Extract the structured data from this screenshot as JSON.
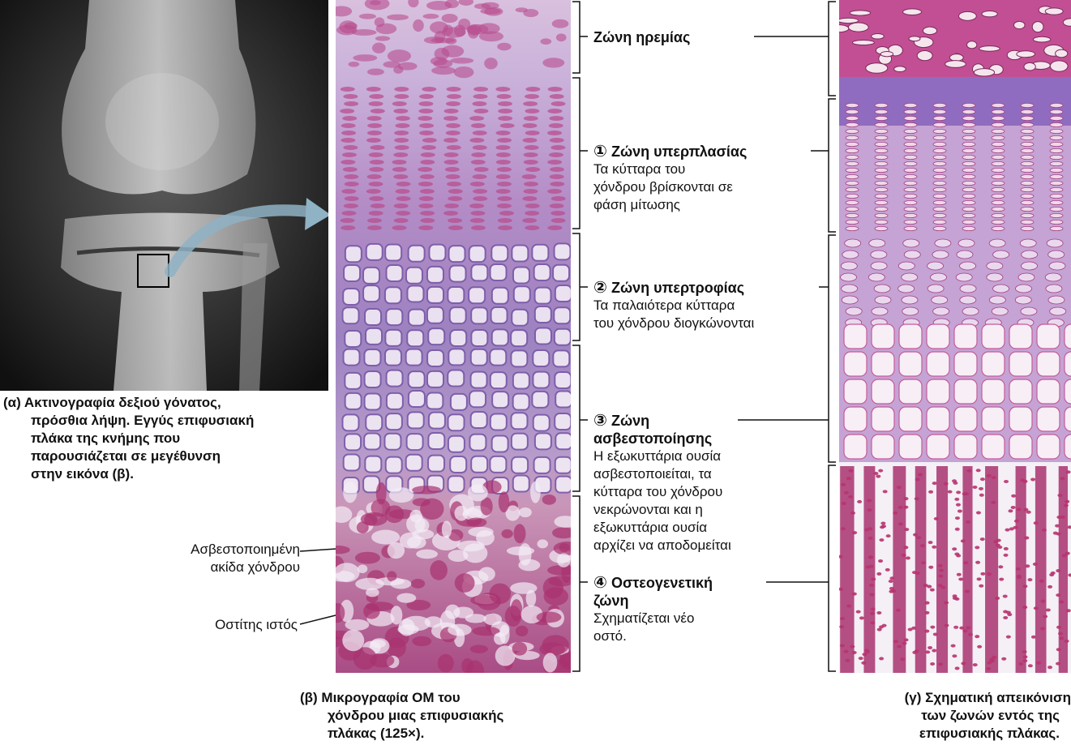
{
  "panel_a": {
    "caption": [
      "(α) Ακτινογραφία δεξιού γόνατος,",
      "πρόσθια λήψη. Εγγύς επιφυσιακή",
      "πλάκα της κνήμης που",
      "παρουσιάζεται σε μεγέθυνση",
      "στην εικόνα (β)."
    ]
  },
  "panel_b": {
    "caption": [
      "(β) Μικρογραφία ΟΜ του",
      "χόνδρου μιας επιφυσιακής",
      "πλάκας (125×)."
    ]
  },
  "panel_c": {
    "caption": [
      "(γ) Σχηματική απεικόνιση",
      "των ζωνών εντός της",
      "επιφυσιακής πλάκας."
    ]
  },
  "zones": [
    {
      "number": "",
      "title": [
        "Ζώνη ηρεμίας"
      ],
      "desc": []
    },
    {
      "number": "①",
      "title": [
        "Ζώνη υπερπλασίας"
      ],
      "desc": [
        "Τα κύτταρα του",
        "χόνδρου βρίσκονται σε",
        "φάση μίτωσης"
      ]
    },
    {
      "number": "②",
      "title": [
        "Ζώνη υπερτροφίας"
      ],
      "desc": [
        "Τα παλαιότερα κύτταρα",
        "του χόνδρου διογκώνονται"
      ]
    },
    {
      "number": "③",
      "title": [
        "Ζώνη",
        "ασβεστοποίησης"
      ],
      "desc": [
        "Η εξωκυττάρια ουσία",
        "ασβεστοποιείται, τα",
        "κύτταρα του χόνδρου",
        "νεκρώνονται και η",
        "εξωκυττάρια ουσία",
        "αρχίζει να αποδομείται"
      ]
    },
    {
      "number": "④",
      "title": [
        "Οστεογενετική",
        "ζώνη"
      ],
      "desc": [
        "Σχηματίζεται νέο",
        "οστό."
      ]
    }
  ],
  "side_labels": {
    "calcified_spicule": [
      "Ασβεστοποιημένη",
      "ακίδα χόνδρου"
    ],
    "bone_tissue": "Οστίτης ιστός"
  },
  "colors": {
    "matrix": "#c5a3d4",
    "stain_pink": "#b84d8d",
    "stain_purple": "#7a5aa8",
    "bone_magenta": "#a8326f",
    "cell_white": "#f3ecf6"
  }
}
